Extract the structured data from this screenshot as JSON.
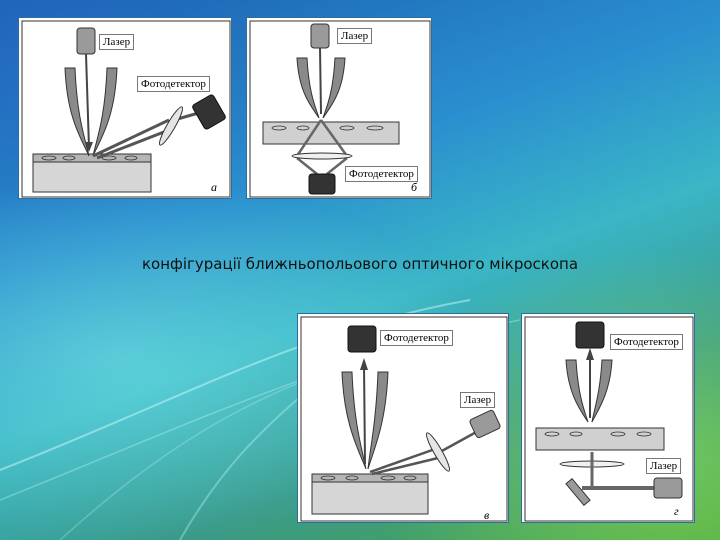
{
  "caption": "конфігурації ближньопольового оптичного мікроскопа",
  "panels": {
    "a": {
      "letter": "a",
      "laser": "Лазер",
      "detector": "Фотодетектор"
    },
    "b": {
      "letter": "б",
      "laser": "Лазер",
      "detector": "Фотодетектор"
    },
    "c": {
      "letter": "в",
      "laser": "Лазер",
      "detector": "Фотодетектор"
    },
    "d": {
      "letter": "г",
      "laser": "Лазер",
      "detector": "Фотодетектор"
    }
  },
  "colors": {
    "frame": "#2a6fa0",
    "probe": "#7a7a7a",
    "sample": "#cfcfcf",
    "laser": "#9a9a9a"
  }
}
